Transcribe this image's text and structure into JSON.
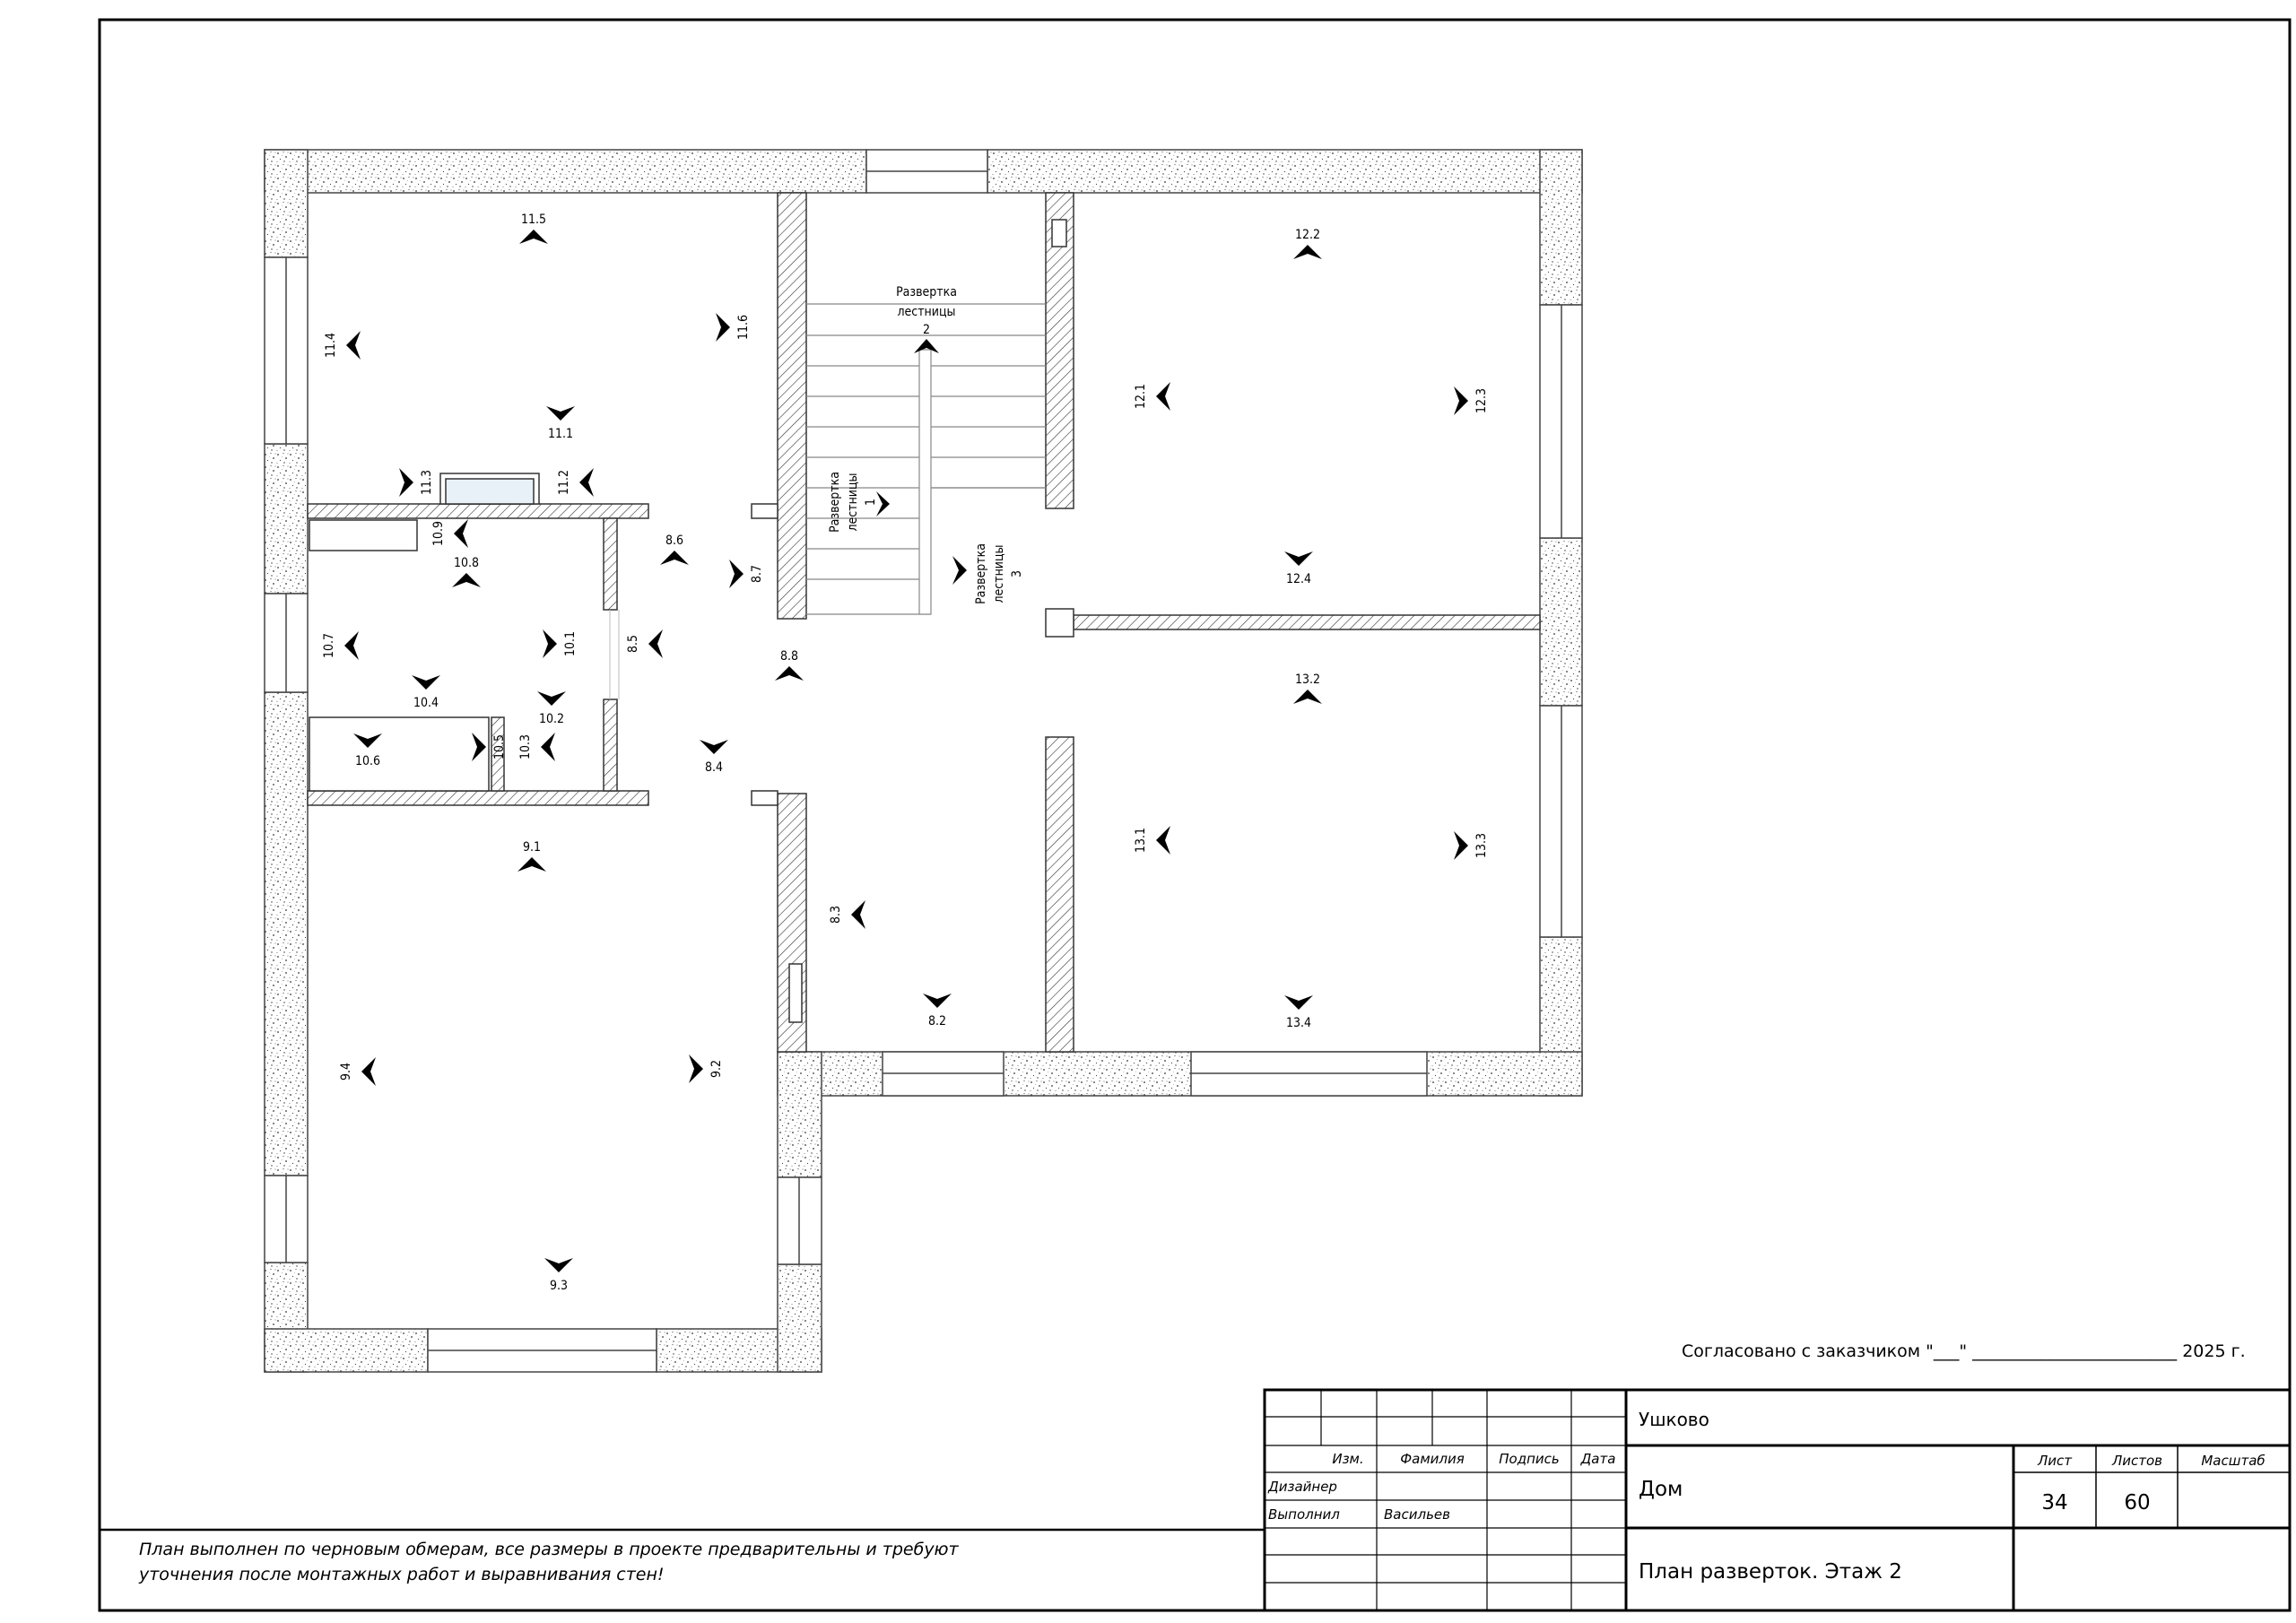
{
  "approval": {
    "text": "Согласовано с заказчиком \"___\" ________________________ 2025 г."
  },
  "note": {
    "line1": "План выполнен по черновым обмерам, все размеры в проекте предварительны и требуют",
    "line2": "уточнения после монтажных работ и выравнивания стен!"
  },
  "title_block": {
    "location": "Ушково",
    "object": "Дом",
    "sheet_title": "План разверток. Этаж 2",
    "col_izm": "Изм.",
    "col_surname": "Фамилия",
    "col_signature": "Подпись",
    "col_date": "Дата",
    "role_designer": "Дизайнер",
    "role_performed": "Выполнил",
    "performer_name": "Васильев",
    "sheet_label": "Лист",
    "sheets_label": "Листов",
    "scale_label": "Масштаб",
    "sheet_number": "34",
    "sheets_total": "60"
  },
  "stair_labels": {
    "stair1_line1": "Развертка",
    "stair1_line2": "лестницы",
    "stair1_num": "1",
    "stair2_line1": "Развертка",
    "stair2_line2": "лестницы",
    "stair2_num": "2",
    "stair3_line1": "Развертка",
    "stair3_line2": "лестницы",
    "stair3_num": "3"
  },
  "view_markers": [
    {
      "id": "11.5",
      "dir": "up"
    },
    {
      "id": "11.4",
      "dir": "left"
    },
    {
      "id": "11.6",
      "dir": "right"
    },
    {
      "id": "11.1",
      "dir": "down"
    },
    {
      "id": "11.3",
      "dir": "right"
    },
    {
      "id": "11.2",
      "dir": "left"
    },
    {
      "id": "10.9",
      "dir": "left"
    },
    {
      "id": "10.8",
      "dir": "up"
    },
    {
      "id": "10.7",
      "dir": "left"
    },
    {
      "id": "10.1",
      "dir": "right"
    },
    {
      "id": "10.4",
      "dir": "down"
    },
    {
      "id": "10.2",
      "dir": "down"
    },
    {
      "id": "10.6",
      "dir": "down"
    },
    {
      "id": "10.5",
      "dir": "right"
    },
    {
      "id": "10.3",
      "dir": "left"
    },
    {
      "id": "8.6",
      "dir": "up"
    },
    {
      "id": "8.7",
      "dir": "right"
    },
    {
      "id": "8.5",
      "dir": "left"
    },
    {
      "id": "8.8",
      "dir": "up"
    },
    {
      "id": "8.4",
      "dir": "down"
    },
    {
      "id": "8.3",
      "dir": "left"
    },
    {
      "id": "8.2",
      "dir": "down"
    },
    {
      "id": "12.2",
      "dir": "up"
    },
    {
      "id": "12.1",
      "dir": "left"
    },
    {
      "id": "12.3",
      "dir": "right"
    },
    {
      "id": "12.4",
      "dir": "down"
    },
    {
      "id": "13.2",
      "dir": "up"
    },
    {
      "id": "13.1",
      "dir": "left"
    },
    {
      "id": "13.3",
      "dir": "right"
    },
    {
      "id": "13.4",
      "dir": "down"
    },
    {
      "id": "9.1",
      "dir": "up"
    },
    {
      "id": "9.4",
      "dir": "left"
    },
    {
      "id": "9.2",
      "dir": "right"
    },
    {
      "id": "9.3",
      "dir": "down"
    }
  ]
}
